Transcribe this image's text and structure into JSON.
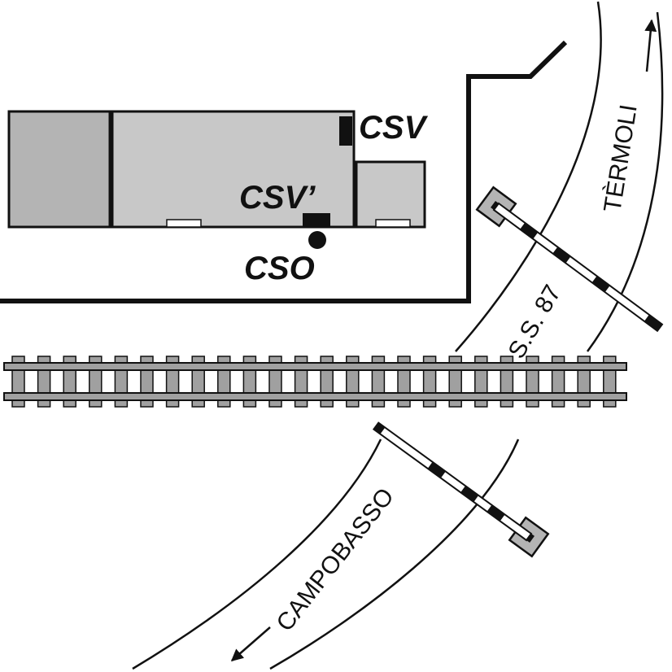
{
  "labels": {
    "csv": "CSV",
    "csv_prime": "CSV’",
    "cso": "CSO",
    "road": "S.S. 87",
    "direction_north": "TÈRMOLI",
    "direction_south": "CAMPOBASSO"
  },
  "colors": {
    "building_fill": "#c8c8c8",
    "building_dark": "#b4b4b4",
    "stroke": "#111111",
    "rail_fill": "#a0a0a0",
    "background": "#ffffff"
  }
}
